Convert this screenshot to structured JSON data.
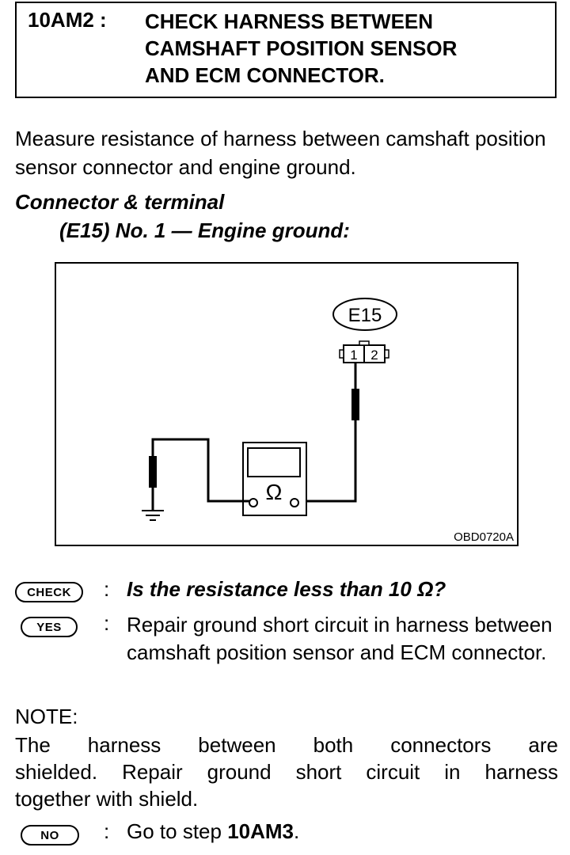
{
  "header": {
    "step_id": "10AM2 :",
    "title_lines": [
      "CHECK HARNESS BETWEEN",
      "CAMSHAFT POSITION SENSOR",
      "AND ECM CONNECTOR."
    ]
  },
  "intro": "Measure resistance of harness between camshaft position sensor connector and engine ground.",
  "connector_terminal": {
    "heading": "Connector & terminal",
    "spec": "(E15) No. 1 — Engine ground:"
  },
  "figure": {
    "connector_label": "E15",
    "pin_1": "1",
    "pin_2": "2",
    "meter_symbol": "Ω",
    "figure_code": "OBD0720A"
  },
  "check": {
    "icon": "CHECK",
    "colon": ":",
    "question": "Is the resistance less than 10 Ω?"
  },
  "yes": {
    "icon": "YES",
    "colon": ":",
    "text": "Repair ground short circuit in harness between camshaft position sensor and ECM connector."
  },
  "note": {
    "label": "NOTE:",
    "lines": [
      "The harness between both connectors are",
      "shielded. Repair ground short circuit in harness",
      "together with shield."
    ]
  },
  "no": {
    "icon": "NO",
    "colon": ":",
    "text_prefix": "Go to step ",
    "step": "10AM3",
    "text_suffix": "."
  }
}
